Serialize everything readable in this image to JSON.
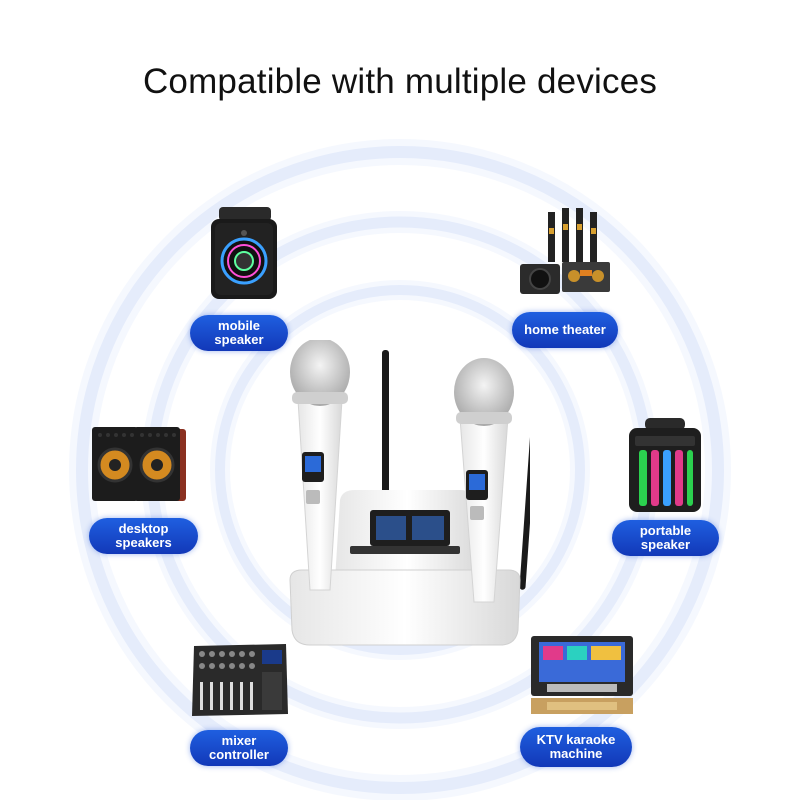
{
  "title": "Compatible with multiple devices",
  "devices": [
    {
      "label": "mobile speaker",
      "icon": "mobile-speaker-icon"
    },
    {
      "label": "home theater",
      "icon": "home-theater-icon"
    },
    {
      "label": "desktop speakers",
      "icon": "desktop-speakers-icon"
    },
    {
      "label": "portable speaker",
      "icon": "portable-speaker-icon"
    },
    {
      "label": "mixer controller",
      "icon": "mixer-controller-icon"
    },
    {
      "label_line1": "KTV karaoke",
      "label_line2": "machine",
      "icon": "ktv-karaoke-machine-icon"
    }
  ],
  "colors": {
    "pill_top": "#1f5fe0",
    "pill_bottom": "#1238b8",
    "ring": "#bcd0f5",
    "title": "#111111"
  },
  "product": "wireless-microphone-system"
}
